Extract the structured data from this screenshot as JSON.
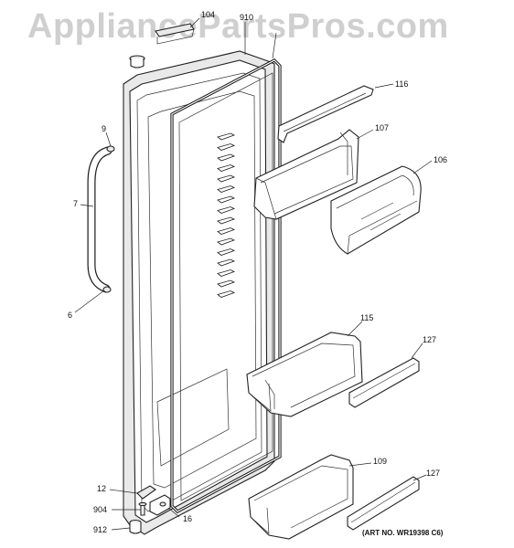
{
  "watermark": "AppliancePartsPros.com",
  "art_number": "(ART NO. WR19398 C6)",
  "callouts": {
    "p104": "104",
    "p910": "910",
    "p116": "116",
    "p107": "107",
    "p106": "106",
    "p9": "9",
    "p7": "7",
    "p6": "6",
    "p115": "115",
    "p127a": "127",
    "p109": "109",
    "p127b": "127",
    "p12": "12",
    "p904": "904",
    "p912": "912",
    "p16": "16"
  }
}
